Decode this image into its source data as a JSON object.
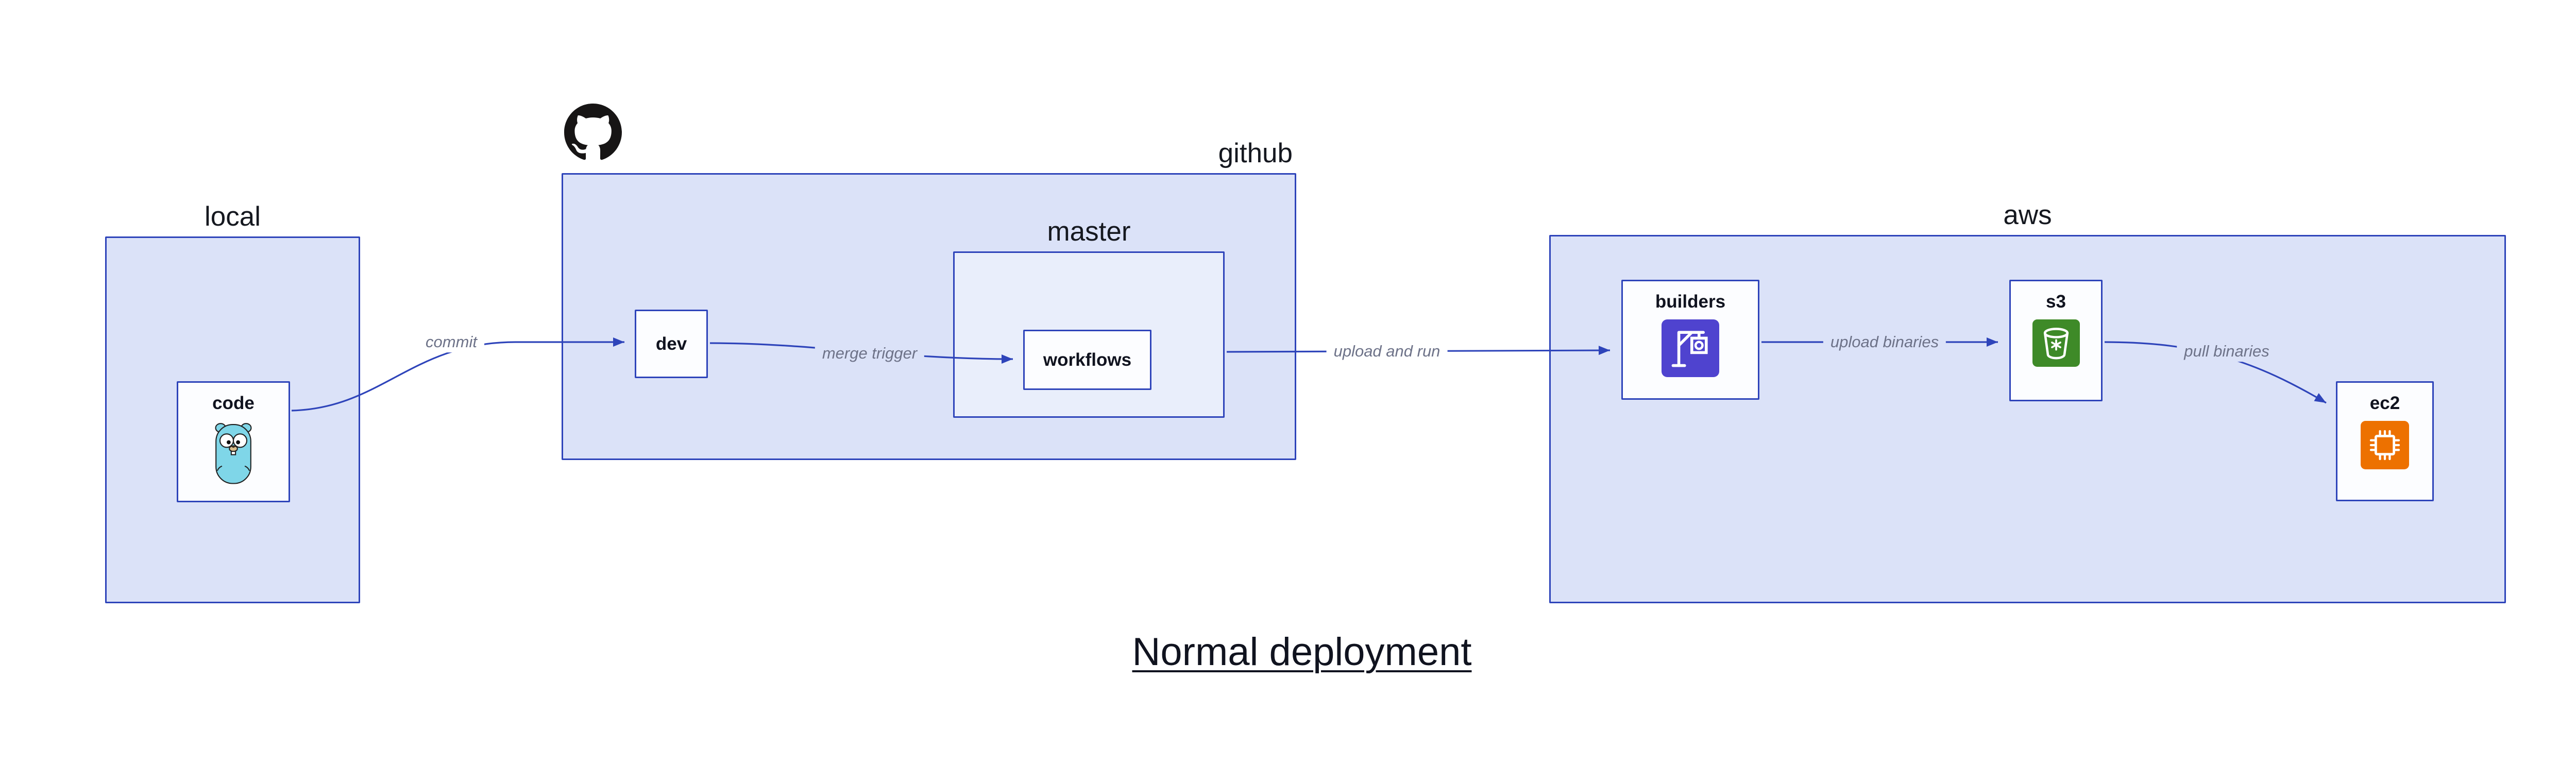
{
  "diagram": {
    "title": "Normal deployment",
    "containers": {
      "local": {
        "label": "local"
      },
      "github": {
        "label": "github"
      },
      "master": {
        "label": "master"
      },
      "aws": {
        "label": "aws"
      }
    },
    "nodes": {
      "code": {
        "label": "code"
      },
      "dev": {
        "label": "dev"
      },
      "workflows": {
        "label": "workflows"
      },
      "builders": {
        "label": "builders"
      },
      "s3": {
        "label": "s3"
      },
      "ec2": {
        "label": "ec2"
      }
    },
    "edges": {
      "commit": {
        "label": "commit",
        "from": "code",
        "to": "dev"
      },
      "merge_trigger": {
        "label": "merge trigger",
        "from": "dev",
        "to": "workflows"
      },
      "upload_and_run": {
        "label": "upload and run",
        "from": "master",
        "to": "builders"
      },
      "upload_binaries": {
        "label": "upload binaries",
        "from": "builders",
        "to": "s3"
      },
      "pull_binaries": {
        "label": "pull binaries",
        "from": "s3",
        "to": "ec2"
      }
    },
    "icons": {
      "code": "go-gopher-icon",
      "github": "github-octocat-icon",
      "builders": "aws-codebuild-crane-icon",
      "s3": "aws-s3-bucket-icon",
      "ec2": "aws-ec2-chip-icon"
    },
    "colors": {
      "container_fill": "#dbe2f8",
      "nested_container_fill": "#e9eefb",
      "node_fill": "#fcfdff",
      "border": "#2e44ba",
      "arrow": "#2e44ba",
      "edge_label_text": "#6d7288",
      "gopher_body": "#7fd6e8",
      "github_mark": "#171515",
      "builders_icon_bg": "#4f43cf",
      "s3_icon_bg": "#3e8a28",
      "ec2_icon_bg": "#ed7100"
    }
  }
}
